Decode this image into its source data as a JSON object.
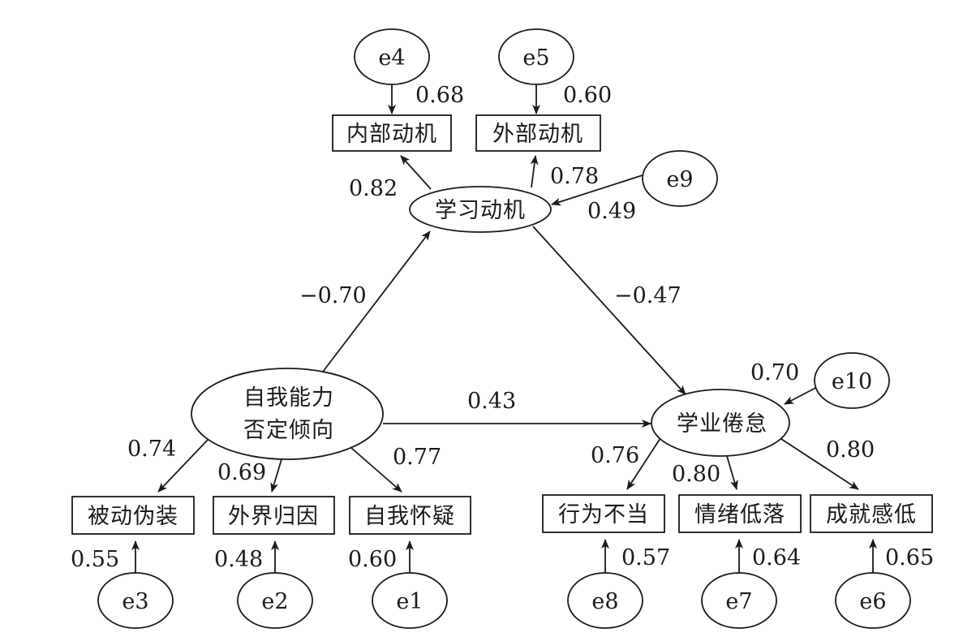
{
  "diagram": {
    "latent": {
      "learning_motivation": "学习动机",
      "self_ability_negation_line1": "自我能力",
      "self_ability_negation_line2": "否定倾向",
      "learning_burnout": "学业倦怠"
    },
    "indicators": {
      "intrinsic_motivation": "内部动机",
      "extrinsic_motivation": "外部动机",
      "passive_disguise": "被动伪装",
      "external_attribution": "外界归因",
      "self_doubt": "自我怀疑",
      "improper_behavior": "行为不当",
      "low_mood": "情绪低落",
      "low_achievement": "成就感低"
    },
    "errors": {
      "e1": "e1",
      "e2": "e2",
      "e3": "e3",
      "e4": "e4",
      "e5": "e5",
      "e6": "e6",
      "e7": "e7",
      "e8": "e8",
      "e9": "e9",
      "e10": "e10"
    },
    "coefficients": {
      "e4_intrinsic": "0.68",
      "e5_extrinsic": "0.60",
      "motivation_to_intrinsic": "0.82",
      "motivation_to_extrinsic": "0.78",
      "e9_motivation": "0.49",
      "negation_to_motivation": "−0.70",
      "motivation_to_burnout": "−0.47",
      "e10_burnout": "0.70",
      "negation_to_burnout": "0.43",
      "negation_to_passive": "0.74",
      "negation_to_external": "0.69",
      "negation_to_selfdoubt": "0.77",
      "burnout_to_improper": "0.76",
      "burnout_to_lowmood": "0.80",
      "burnout_to_lowachieve": "0.80",
      "e3_passive": "0.55",
      "e2_external": "0.48",
      "e1_selfdoubt": "0.60",
      "e8_improper": "0.57",
      "e7_lowmood": "0.64",
      "e6_lowachieve": "0.65"
    }
  }
}
